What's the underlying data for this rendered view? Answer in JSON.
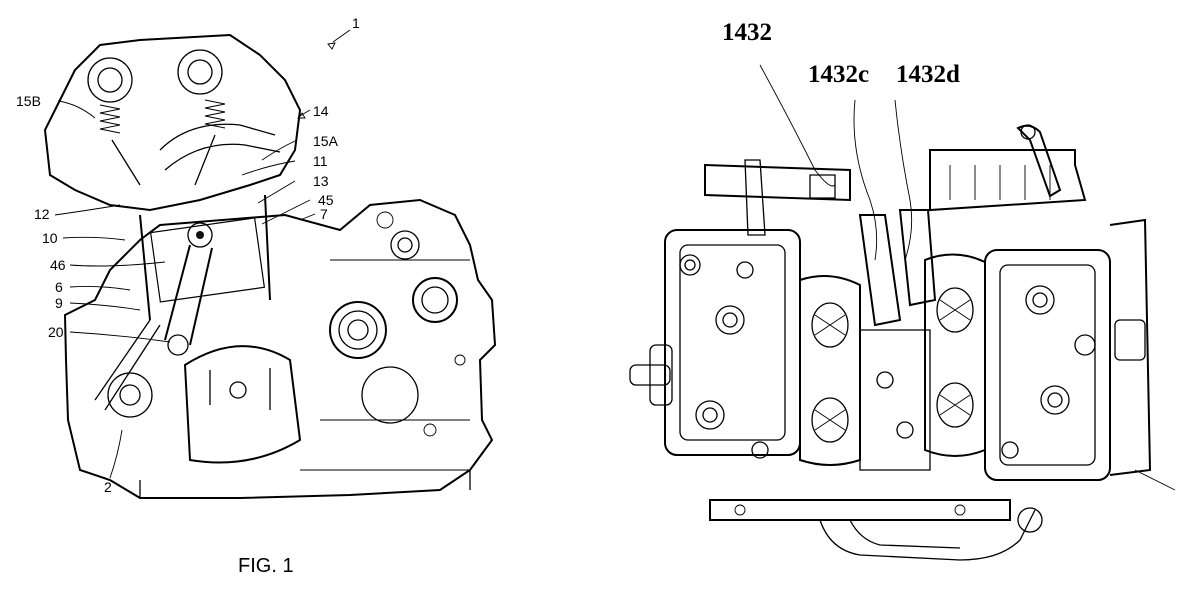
{
  "left_figure": {
    "ref_numeral": "1",
    "labels": [
      "15B",
      "14",
      "15A",
      "11",
      "13",
      "45",
      "7",
      "12",
      "10",
      "46",
      "6",
      "9",
      "20",
      "2"
    ],
    "caption": "FIG. 1"
  },
  "right_figure": {
    "labels": [
      "1432",
      "1432c",
      "1432d"
    ]
  }
}
